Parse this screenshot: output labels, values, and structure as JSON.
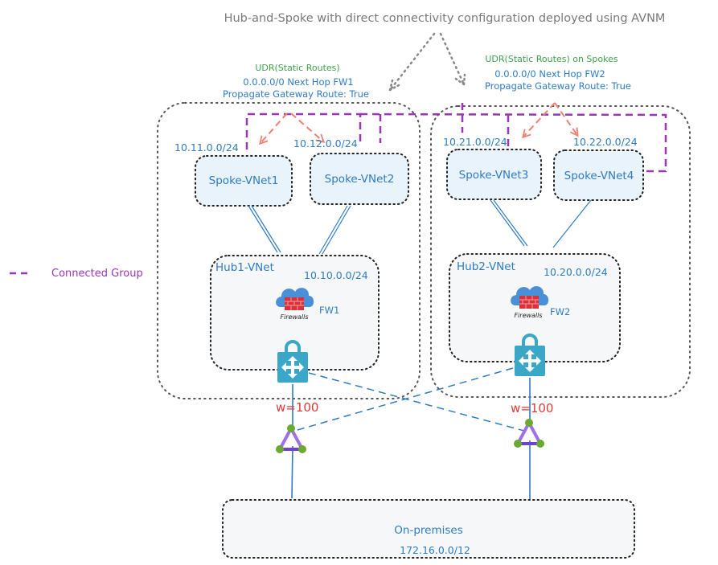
{
  "title": "Hub-and-Spoke with direct connectivity configuration deployed using AVNM",
  "legend": {
    "label": "Connected Group",
    "color": "#9a36b4"
  },
  "region1": {
    "udr_title": "UDR(Static Routes)",
    "route": "0.0.0.0/0 Next Hop FW1",
    "propagate": "Propagate Gateway Route: True",
    "spokes": [
      {
        "name": "Spoke-VNet1",
        "cidr": "10.11.0.0/24"
      },
      {
        "name": "Spoke-VNet2",
        "cidr": "10.12.0.0/24"
      }
    ],
    "hub": {
      "name": "Hub1-VNet",
      "cidr": "10.10.0.0/24",
      "firewall_caption": "Firewalls",
      "firewall_name": "FW1"
    },
    "gateway_weight": "w=100"
  },
  "region2": {
    "udr_title": "UDR(Static Routes) on Spokes",
    "route": "0.0.0.0/0 Next Hop FW2",
    "propagate": "Propagate Gateway Route: True",
    "spokes": [
      {
        "name": "Spoke-VNet3",
        "cidr": "10.21.0.0/24"
      },
      {
        "name": "Spoke-VNet4",
        "cidr": "10.22.0.0/24"
      }
    ],
    "hub": {
      "name": "Hub2-VNet",
      "cidr": "10.20.0.0/24",
      "firewall_caption": "Firewalls",
      "firewall_name": "FW2"
    },
    "gateway_weight": "w=100"
  },
  "onprem": {
    "name": "On-premises",
    "cidr": "172.16.0.0/12"
  },
  "colors": {
    "text_blue": "#2f7cc4",
    "udr_green": "#3fa34a",
    "weight_red": "#e03a3a",
    "arrow_salmon": "#f08070",
    "box_fill": "#e8f3fc",
    "hub_fill": "#f5f7f9",
    "gateway_teal": "#3aa6c8"
  }
}
